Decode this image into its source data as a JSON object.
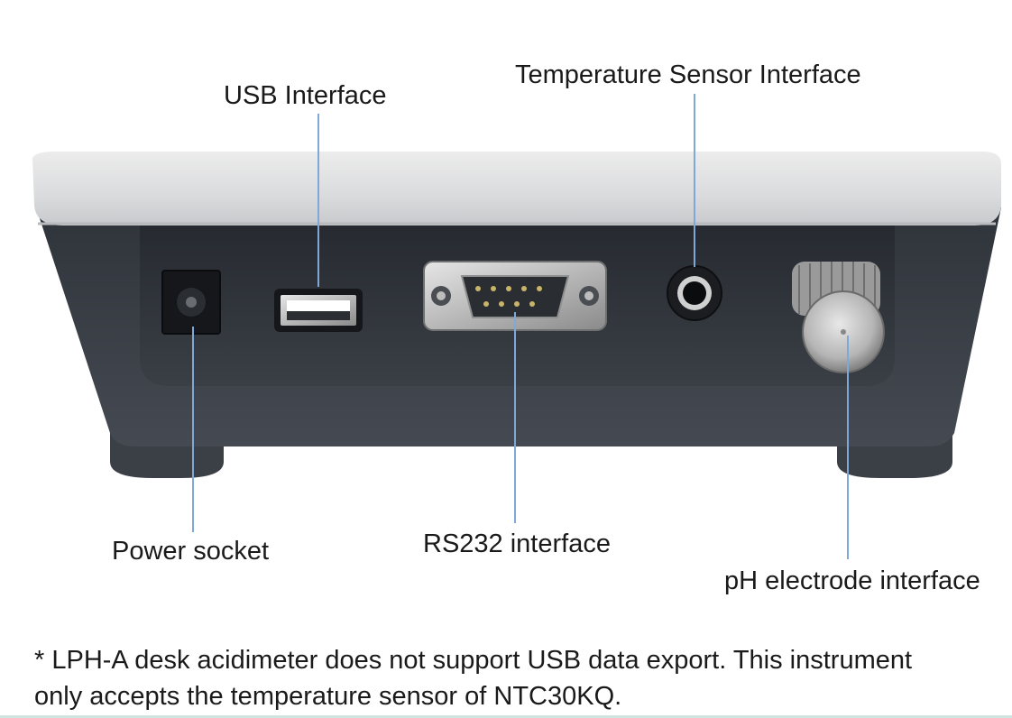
{
  "callouts": {
    "usb": "USB Interface",
    "temperature": "Temperature Sensor Interface",
    "power": "Power socket",
    "rs232": "RS232 interface",
    "ph": "pH electrode interface"
  },
  "footnote": {
    "line1": "* LPH-A desk acidimeter does not support USB data export. This instrument",
    "line2": "only accepts the temperature sensor of NTC30KQ."
  },
  "colors": {
    "leader_line": "#7fa8d8",
    "body_dark": "#3a3f47",
    "top_cover": "#d9dadc",
    "background": "#ffffff"
  }
}
